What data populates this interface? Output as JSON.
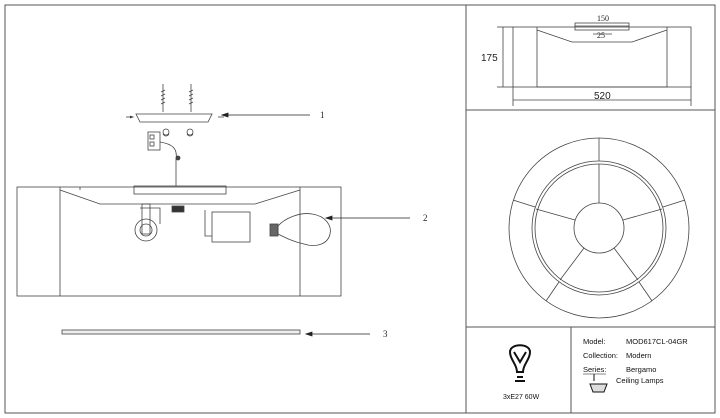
{
  "callouts": [
    "1",
    "2",
    "3"
  ],
  "dimensions": {
    "top_width": "150",
    "top_depth": "25",
    "height": "175",
    "width": "520"
  },
  "title_block": {
    "model_label": "Model:",
    "model_value": "MOD617CL-04GR",
    "collection_label": "Collection:",
    "collection_value": "Modern",
    "series_label": "Series:",
    "series_value": "Bergamo",
    "category_value": "Ceiling Lamps",
    "bulb_spec": "3xE27 60W"
  },
  "icons": [
    "bulb-icon",
    "ceiling-lamp-icon"
  ]
}
